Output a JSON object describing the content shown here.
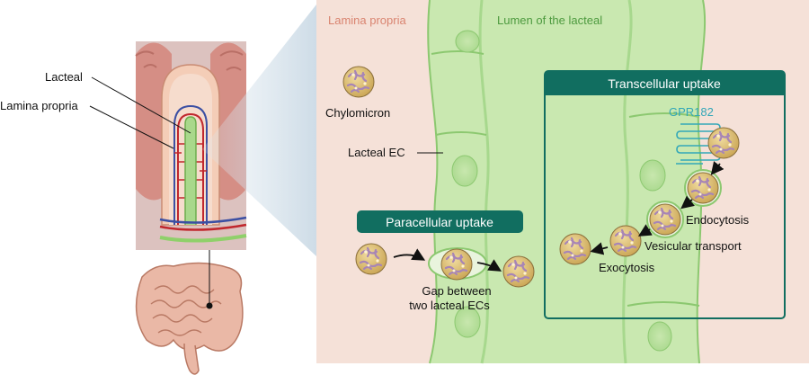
{
  "labels": {
    "lacteal": "Lacteal",
    "lamina_propria_left": "Lamina propria",
    "lamina_propria_panel": "Lamina propria",
    "lumen": "Lumen of the lacteal",
    "chylomicron": "Chylomicron",
    "lacteal_ec": "Lacteal EC",
    "paracellular_title": "Paracellular uptake",
    "gap_line1": "Gap between",
    "gap_line2": "two lacteal ECs",
    "transcellular_title": "Transcellular uptake",
    "gpr182": "GPR182",
    "endocytosis": "Endocytosis",
    "vesicular_transport": "Vesicular transport",
    "exocytosis": "Exocytosis"
  },
  "colors": {
    "panel_background": "#f5e1d8",
    "lacteal_green": "#c9e8b0",
    "lacteal_cell_edge": "#8cc870",
    "title_box": "#116e60",
    "lamina_propria_text": "#d98470",
    "lumen_text": "#4d9a3f",
    "gpr182": "#33a7b8",
    "chylomicron_outer": "#e2c67f",
    "chylomicron_inner": "#a985b8",
    "arrow": "#111111"
  }
}
